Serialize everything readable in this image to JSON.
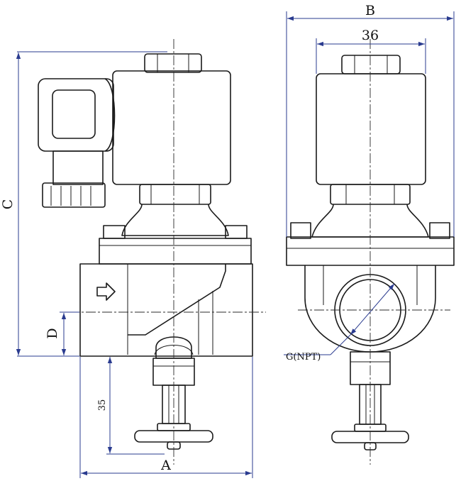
{
  "dimensions": {
    "A": "A",
    "B": "B",
    "C": "C",
    "D": "D",
    "width_36": "36",
    "height_35": "35",
    "port": "G(NPT)"
  },
  "colors": {
    "outline": "#1a1a1a",
    "dimension_line": "#2a3b8f",
    "background": "#ffffff"
  }
}
